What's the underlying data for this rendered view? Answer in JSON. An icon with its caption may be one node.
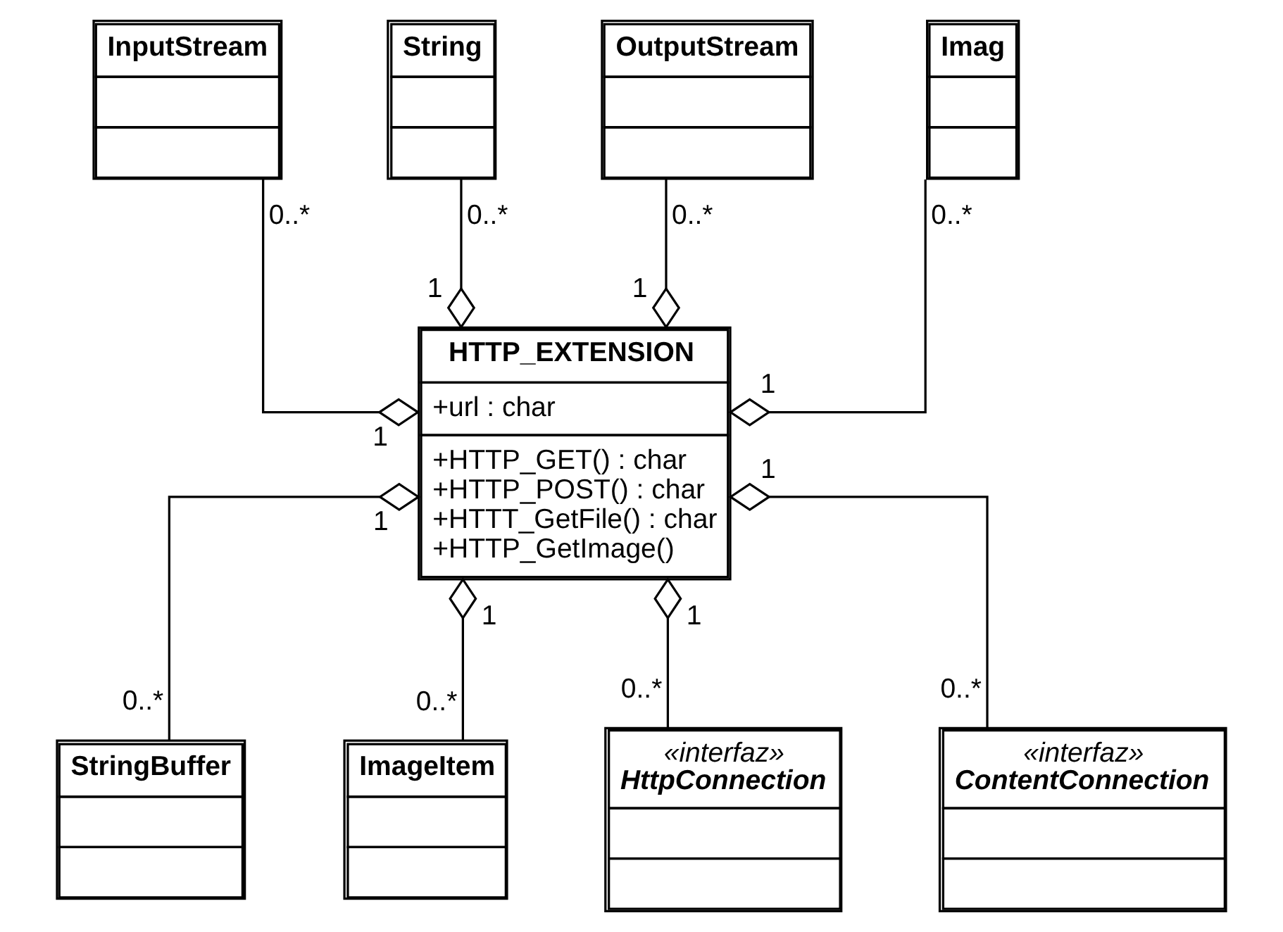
{
  "diagram": {
    "nodes": [
      {
        "text": [
          "HTTP_EXTENSION",
          "+url : char",
          "+HTTP_GET() : char",
          "+HTTP_POST() : char",
          "+HTTT_GetFile() : char",
          "+HTTP_GetImage()"
        ]
      },
      {
        "text": [
          "InputStream"
        ]
      },
      {
        "text": [
          "String"
        ]
      },
      {
        "text": [
          "OutputStream"
        ]
      },
      {
        "text": [
          "Imag"
        ]
      },
      {
        "text": [
          "StringBuffer"
        ]
      },
      {
        "text": [
          "ImageItem"
        ]
      },
      {
        "text": [
          "«interfaz»",
          "HttpConnection"
        ]
      },
      {
        "text": [
          "«interfaz»",
          "ContentConnection"
        ]
      }
    ],
    "edges": [
      {
        "from": 1,
        "to": 0,
        "arrow": "other"
      },
      {
        "from": 2,
        "to": 0,
        "arrow": "other"
      },
      {
        "from": 4,
        "to": 0,
        "arrow": "other"
      },
      {
        "from": 3,
        "to": 0,
        "arrow": "other"
      },
      {
        "from": 6,
        "to": 0,
        "arrow": "other"
      },
      {
        "from": 5,
        "to": 0,
        "arrow": "other"
      },
      {
        "from": 7,
        "to": 0,
        "arrow": "other"
      },
      {
        "from": 8,
        "to": 0,
        "arrow": "other"
      }
    ],
    "labels": [
      "0..*",
      "1",
      "1",
      "0..*",
      "0..*",
      "1",
      "0..*",
      "1",
      "1",
      "0..*",
      "1",
      "0..*",
      "1",
      "1",
      "0..*",
      "0..*"
    ]
  }
}
